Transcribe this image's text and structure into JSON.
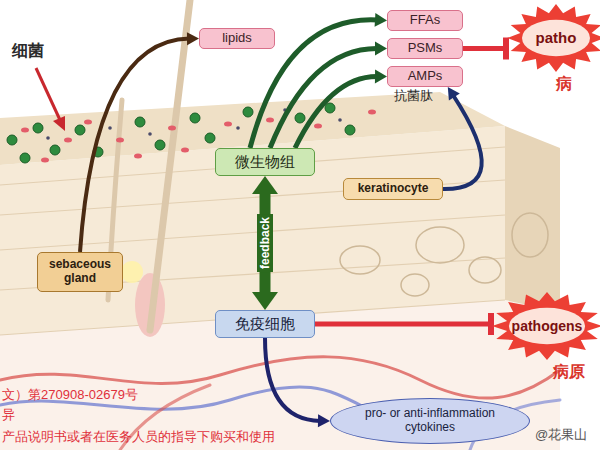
{
  "diagram": {
    "nodes": [
      {
        "text": [
          "lipids"
        ]
      },
      {
        "text": [
          "FFAs"
        ]
      },
      {
        "text": [
          "PSMs"
        ]
      },
      {
        "text": [
          "AMPs"
        ]
      },
      {
        "text": [
          "patho",
          "病"
        ]
      },
      {
        "text": [
          "微生物组"
        ]
      },
      {
        "text": [
          "keratinocyte"
        ]
      },
      {
        "text": [
          "sebaceous gland"
        ]
      },
      {
        "text": [
          "免疫细胞"
        ]
      },
      {
        "text": [
          "pathogens",
          "病原"
        ]
      },
      {
        "text": [
          "pro- or anti-inflammation cytokines"
        ]
      }
    ],
    "edges": [
      {
        "from": 7,
        "to": 0,
        "arrow": "to"
      },
      {
        "from": 5,
        "to": 1,
        "arrow": "to"
      },
      {
        "from": 5,
        "to": 2,
        "arrow": "to"
      },
      {
        "from": 5,
        "to": 3,
        "arrow": "to"
      },
      {
        "from": 6,
        "to": 3,
        "arrow": "to"
      },
      {
        "from": 2,
        "to": 4,
        "arrow": "to"
      },
      {
        "from": 5,
        "to": 8,
        "label": "feedback",
        "arrow": "both"
      },
      {
        "from": 8,
        "to": 9,
        "arrow": "to"
      },
      {
        "from": 8,
        "to": 10,
        "arrow": "to"
      }
    ],
    "labels": [
      "细菌",
      "抗菌肽",
      "文）第270908-02679号",
      "异",
      "产品说明书或者在医务人员的指导下购买和使用",
      "@花果山"
    ]
  }
}
